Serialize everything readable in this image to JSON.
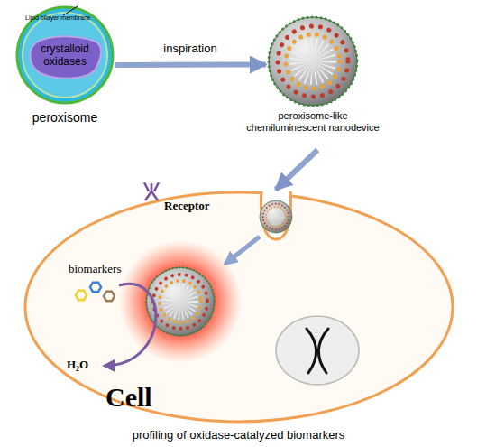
{
  "diagram": {
    "caption": "profiling of oxidase-catalyzed biomarkers",
    "nodes": [
      {
        "text": [
          "peroxisome"
        ]
      },
      {
        "text": [
          "crystalloid oxidases"
        ],
        "in": 0
      },
      {
        "text": [
          "peroxisome-like chemiluminescent nanodevice"
        ]
      },
      {
        "text": [
          "Cell"
        ]
      }
    ],
    "edges": [
      {
        "from": 0,
        "to": 2,
        "label": "inspiration",
        "arrow": "to"
      },
      {
        "from": 2,
        "to": 3,
        "arrow": "to"
      }
    ],
    "labels": [
      "Lipid bilayer membrane",
      "Receptor",
      "biomarkers",
      "H₂O"
    ]
  }
}
